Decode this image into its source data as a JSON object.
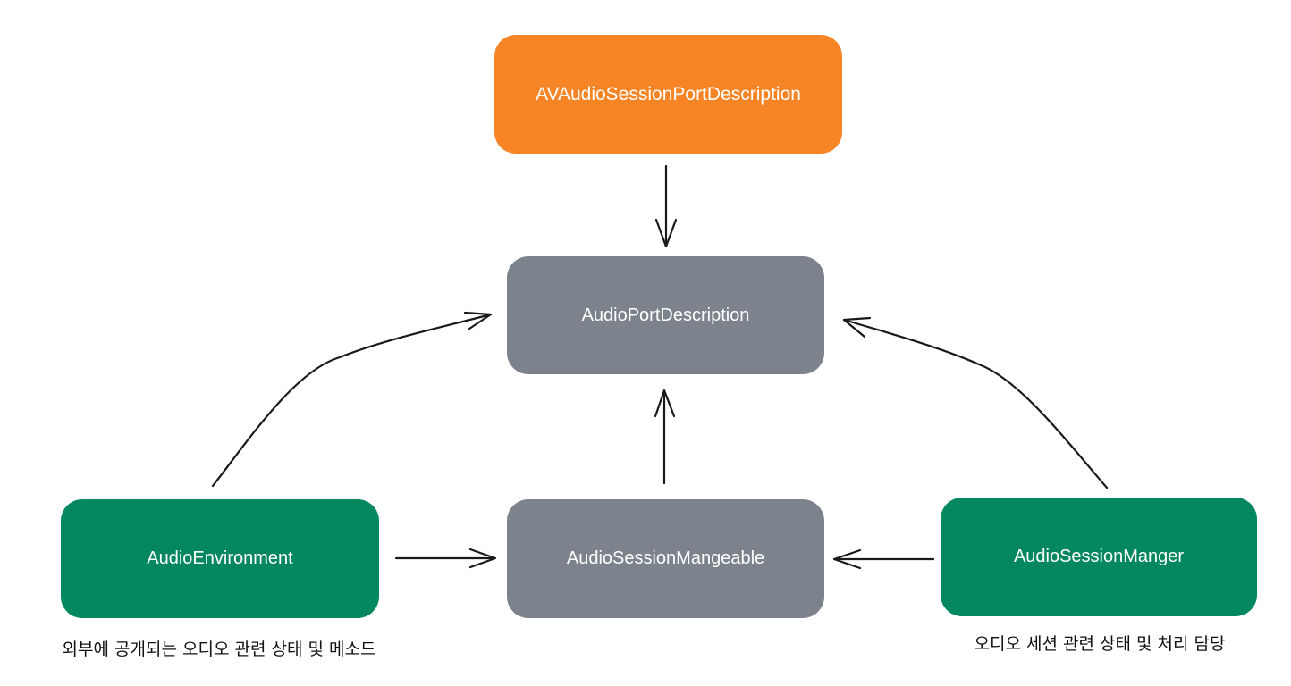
{
  "diagram": {
    "nodes": [
      {
        "id": "avaudio",
        "label": "AVAudioSessionPortDescription",
        "color": "#F78425"
      },
      {
        "id": "port",
        "label": "AudioPortDescription",
        "color": "#7D838C"
      },
      {
        "id": "env",
        "label": "AudioEnvironment",
        "color": "#02875F"
      },
      {
        "id": "mgeable",
        "label": "AudioSessionMangeable",
        "color": "#7D838C"
      },
      {
        "id": "mgr",
        "label": "AudioSessionManger",
        "color": "#02875F"
      }
    ],
    "captions": {
      "env": "외부에 공개되는 오디오 관련 상태 및 메소드",
      "mgr": "오디오 세션 관련 상태 및 처리 담당"
    },
    "edges": [
      {
        "from": "avaudio",
        "to": "port",
        "style": "straight"
      },
      {
        "from": "mgeable",
        "to": "port",
        "style": "straight"
      },
      {
        "from": "env",
        "to": "port",
        "style": "curved"
      },
      {
        "from": "mgr",
        "to": "port",
        "style": "curved"
      },
      {
        "from": "env",
        "to": "mgeable",
        "style": "straight"
      },
      {
        "from": "mgr",
        "to": "mgeable",
        "style": "straight"
      }
    ]
  }
}
